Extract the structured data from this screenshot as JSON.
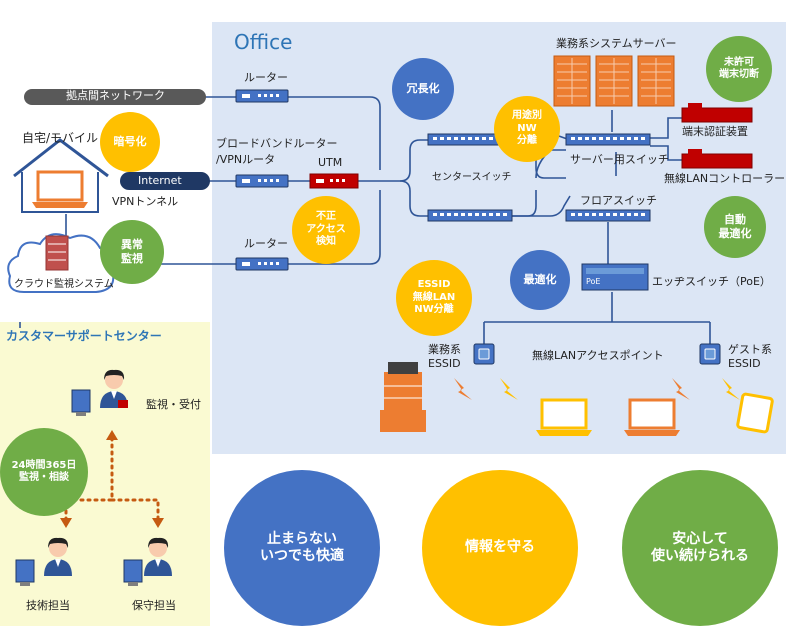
{
  "colors": {
    "office_bg": "#dce6f5",
    "support_bg": "#fafad2",
    "blue": "#4472c4",
    "gold": "#ffc000",
    "green": "#70ad47",
    "red": "#c00000",
    "orange": "#ed7d31",
    "line": "#2f5597"
  },
  "office": {
    "title": "Office"
  },
  "network": {
    "inter_site": "拠点間ネットワーク",
    "internet": "Internet",
    "home_mobile": "自宅/モバイル",
    "vpn_tunnel": "VPNトンネル",
    "cloud_monitoring": "クラウド監視システム",
    "router_top": "ルーター",
    "broadband_router_line1": "ブロードバンドルーター",
    "broadband_router_line2": "/VPNルータ",
    "utm": "UTM",
    "router_bottom": "ルーター",
    "center_switch": "センタースイッチ",
    "business_servers": "業務系システムサーバー",
    "server_switch": "サーバー用スイッチ",
    "terminal_auth": "端末認証装置",
    "wlan_controller": "無線LANコントローラー",
    "floor_switch": "フロアスイッチ",
    "edge_switch": "エッヂスイッチ（PoE）",
    "poe_label": "PoE",
    "wlan_ap": "無線LANアクセスポイント",
    "business_essid_line1": "業務系",
    "business_essid_line2": "ESSID",
    "guest_essid_line1": "ゲスト系",
    "guest_essid_line2": "ESSID"
  },
  "bubbles": {
    "encryption": "暗号化",
    "anomaly_monitoring": "異常\n監視",
    "redundancy": "冗長化",
    "purpose_nw_split": "用途別\nNW\n分離",
    "unauthorized_cutoff": "未許可\n端末切断",
    "intrusion_detect": "不正\nアクセス\n検知",
    "auto_optimize": "自動\n最適化",
    "optimize": "最適化",
    "essid_split": "ESSID\n無線LAN\nNW分離",
    "support_hours": "24時間365日\n監視・相談"
  },
  "support": {
    "title": "カスタマーサポートセンター",
    "monitor_reception": "監視・受付",
    "tech_staff": "技術担当",
    "maintenance_staff": "保守担当"
  },
  "benefits": [
    {
      "text": "止まらない\nいつでも快適",
      "color": "#4472c4"
    },
    {
      "text": "情報を守る",
      "color": "#ffc000"
    },
    {
      "text": "安心して\n使い続けられる",
      "color": "#70ad47"
    }
  ]
}
